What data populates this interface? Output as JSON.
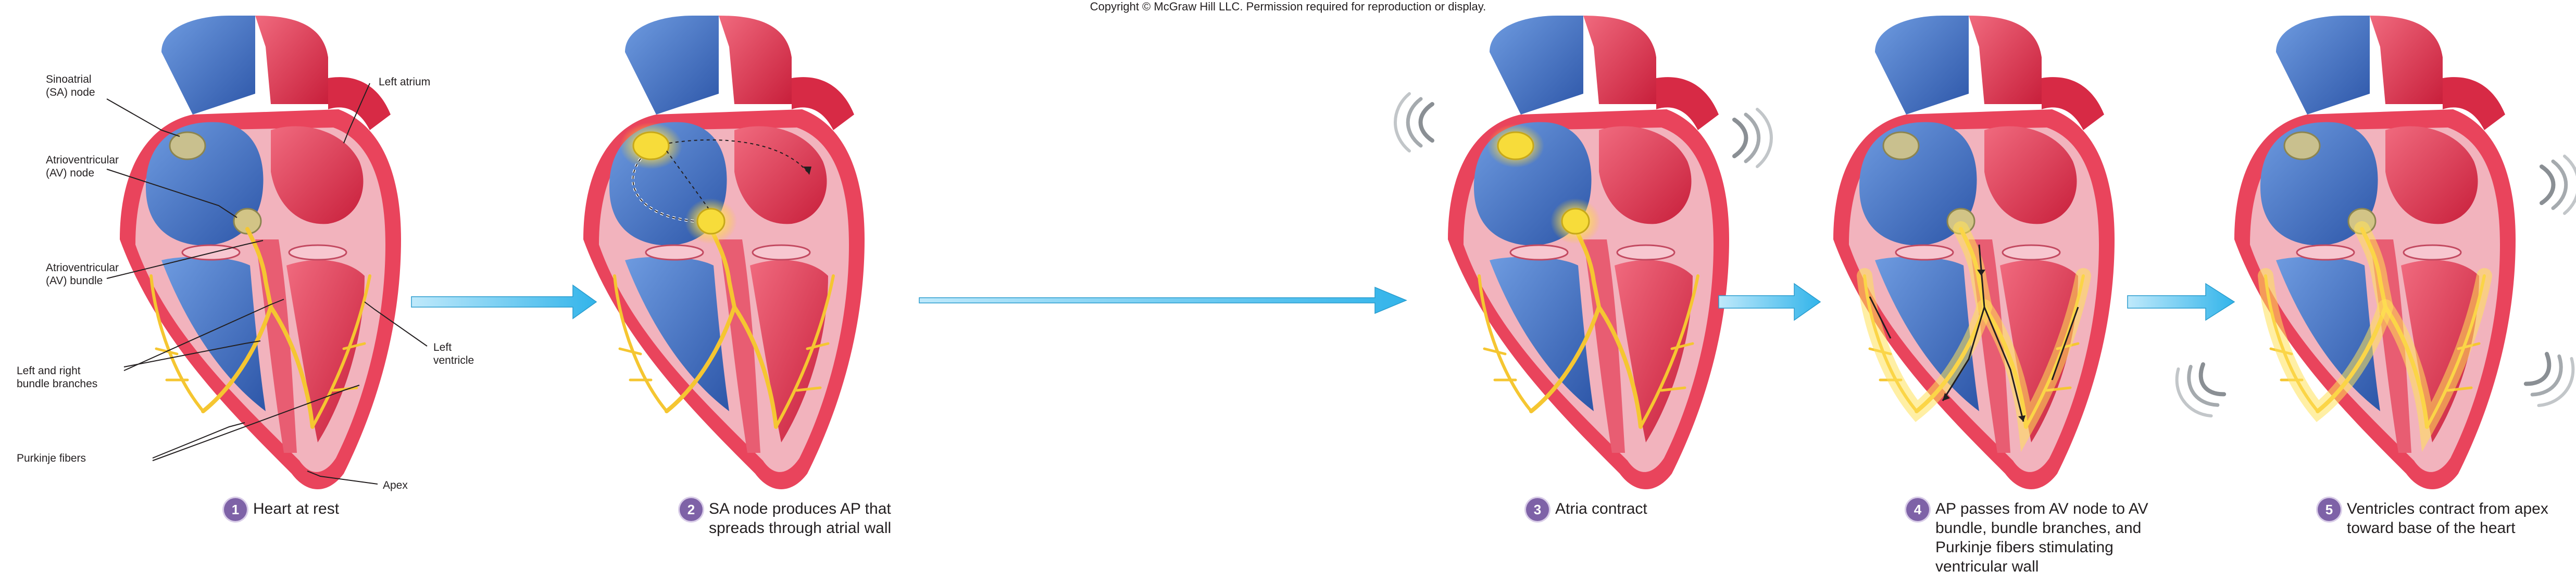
{
  "copyright": "Copyright © McGraw Hill LLC. Permission required for reproduction or display.",
  "labels": {
    "sa_node": [
      "Sinoatrial",
      "(SA) node"
    ],
    "av_node": [
      "Atrioventricular",
      "(AV) node"
    ],
    "av_bundle": [
      "Atrioventricular",
      "(AV) bundle"
    ],
    "bundle_branches": [
      "Left and right",
      "bundle branches"
    ],
    "purkinje": "Purkinje fibers",
    "left_atrium": "Left atrium",
    "left_ventricle": [
      "Left",
      "ventricle"
    ],
    "apex": "Apex"
  },
  "steps": [
    {
      "number": "1",
      "text": "Heart at rest"
    },
    {
      "number": "2",
      "text": "SA node produces AP that spreads through atrial wall"
    },
    {
      "number": "3",
      "text": "Atria contract"
    },
    {
      "number": "4",
      "text": "AP passes from AV node to AV bundle, bundle branches, and Purkinje fibers stimulating ventricular wall"
    },
    {
      "number": "5",
      "text": "Ventricles contract from apex toward base of the heart"
    }
  ],
  "colors": {
    "oxygen_poor": "#3f6fc0",
    "oxygen_rich": "#e2344d",
    "myocardium": "#f2b3bd",
    "conduction": "#f5c631",
    "arrow": "#4fc3f0",
    "badge": "#7e62a7"
  }
}
